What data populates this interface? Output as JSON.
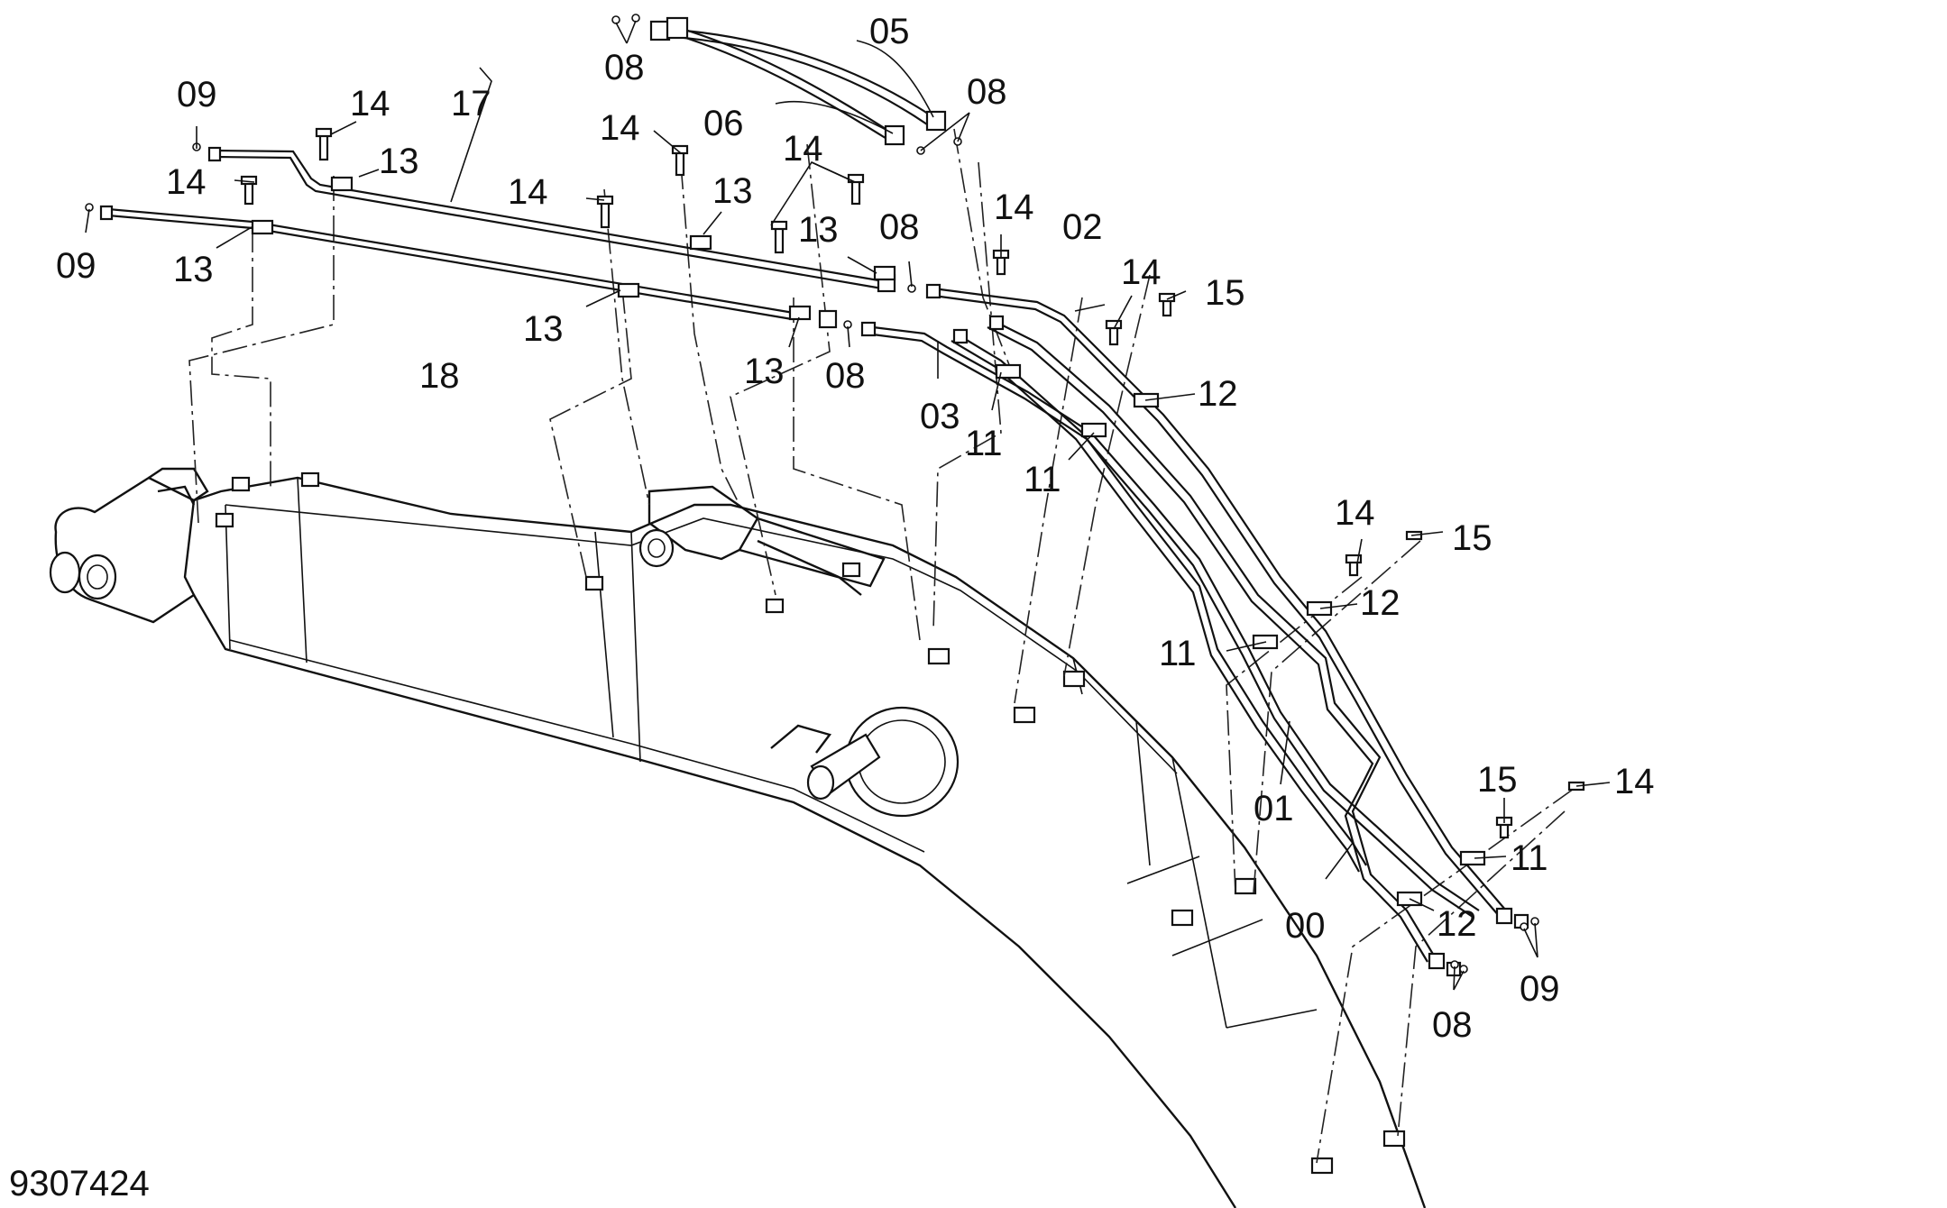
{
  "drawing_number": "9307424",
  "callouts": [
    {
      "id": "c01",
      "text": "01"
    },
    {
      "id": "c00",
      "text": "00"
    },
    {
      "id": "c02",
      "text": "02"
    },
    {
      "id": "c03",
      "text": "03"
    },
    {
      "id": "c05",
      "text": "05"
    },
    {
      "id": "c06",
      "text": "06"
    },
    {
      "id": "c08a",
      "text": "08"
    },
    {
      "id": "c08b",
      "text": "08"
    },
    {
      "id": "c08c",
      "text": "08"
    },
    {
      "id": "c08d",
      "text": "08"
    },
    {
      "id": "c08e",
      "text": "08"
    },
    {
      "id": "c09a",
      "text": "09"
    },
    {
      "id": "c09b",
      "text": "09"
    },
    {
      "id": "c09c",
      "text": "09"
    },
    {
      "id": "c11a",
      "text": "11"
    },
    {
      "id": "c11b",
      "text": "11"
    },
    {
      "id": "c11c",
      "text": "11"
    },
    {
      "id": "c11d",
      "text": "11"
    },
    {
      "id": "c12a",
      "text": "12"
    },
    {
      "id": "c12b",
      "text": "12"
    },
    {
      "id": "c12c",
      "text": "12"
    },
    {
      "id": "c13a",
      "text": "13"
    },
    {
      "id": "c13b",
      "text": "13"
    },
    {
      "id": "c13c",
      "text": "13"
    },
    {
      "id": "c13d",
      "text": "13"
    },
    {
      "id": "c13e",
      "text": "13"
    },
    {
      "id": "c13f",
      "text": "13"
    },
    {
      "id": "c14a",
      "text": "14"
    },
    {
      "id": "c14b",
      "text": "14"
    },
    {
      "id": "c14c",
      "text": "14"
    },
    {
      "id": "c14d",
      "text": "14"
    },
    {
      "id": "c14e",
      "text": "14"
    },
    {
      "id": "c14f",
      "text": "14"
    },
    {
      "id": "c14g",
      "text": "14"
    },
    {
      "id": "c14h",
      "text": "14"
    },
    {
      "id": "c14i",
      "text": "14"
    },
    {
      "id": "c15a",
      "text": "15"
    },
    {
      "id": "c15b",
      "text": "15"
    },
    {
      "id": "c15c",
      "text": "15"
    },
    {
      "id": "c17",
      "text": "17"
    },
    {
      "id": "c18",
      "text": "18"
    }
  ]
}
